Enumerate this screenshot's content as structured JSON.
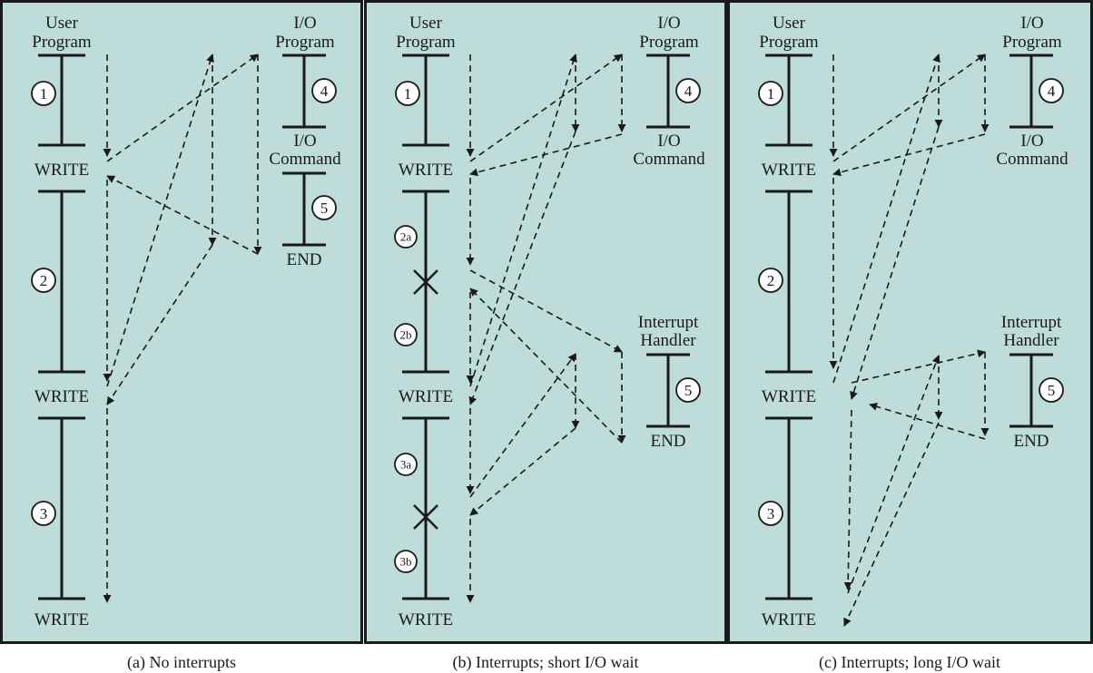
{
  "colors": {
    "panel_fill": "#bddcda",
    "ink": "#1a1a1a",
    "background": "#ffffff"
  },
  "panels": [
    {
      "caption": "(a) No interrupts",
      "user_label": [
        "User",
        "Program"
      ],
      "io_label": [
        "I/O",
        "Program"
      ],
      "io_command_label": [
        "I/O",
        "Command"
      ],
      "end_label": "END",
      "write_labels": [
        "WRITE",
        "WRITE",
        "WRITE"
      ],
      "steps": [
        "1",
        "2",
        "3",
        "4",
        "5"
      ]
    },
    {
      "caption": "(b) Interrupts; short I/O wait",
      "user_label": [
        "User",
        "Program"
      ],
      "io_label": [
        "I/O",
        "Program"
      ],
      "io_command_label": [
        "I/O",
        "Command"
      ],
      "handler_label": [
        "Interrupt",
        "Handler"
      ],
      "end_label": "END",
      "write_labels": [
        "WRITE",
        "WRITE",
        "WRITE"
      ],
      "steps": [
        "1",
        "2a",
        "2b",
        "3a",
        "3b",
        "4",
        "5"
      ]
    },
    {
      "caption": "(c) Interrupts; long I/O wait",
      "user_label": [
        "User",
        "Program"
      ],
      "io_label": [
        "I/O",
        "Program"
      ],
      "io_command_label": [
        "I/O",
        "Command"
      ],
      "handler_label": [
        "Interrupt",
        "Handler"
      ],
      "end_label": "END",
      "write_labels": [
        "WRITE",
        "WRITE",
        "WRITE"
      ],
      "steps": [
        "1",
        "2",
        "3",
        "4",
        "5"
      ]
    }
  ]
}
